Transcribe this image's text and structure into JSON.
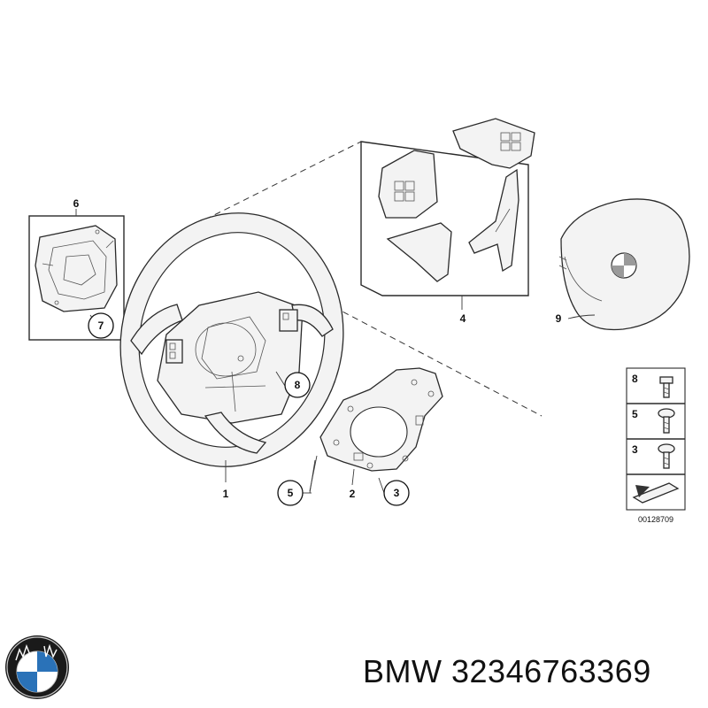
{
  "diagram": {
    "callouts": [
      "1",
      "2",
      "3",
      "4",
      "5",
      "6",
      "7",
      "8",
      "9"
    ],
    "fastener_table": [
      "8",
      "5",
      "3"
    ],
    "reference_code": "00128709"
  },
  "footer": {
    "brand": "BMW",
    "part_number": "32346763369",
    "logo_letters": "BMW"
  }
}
